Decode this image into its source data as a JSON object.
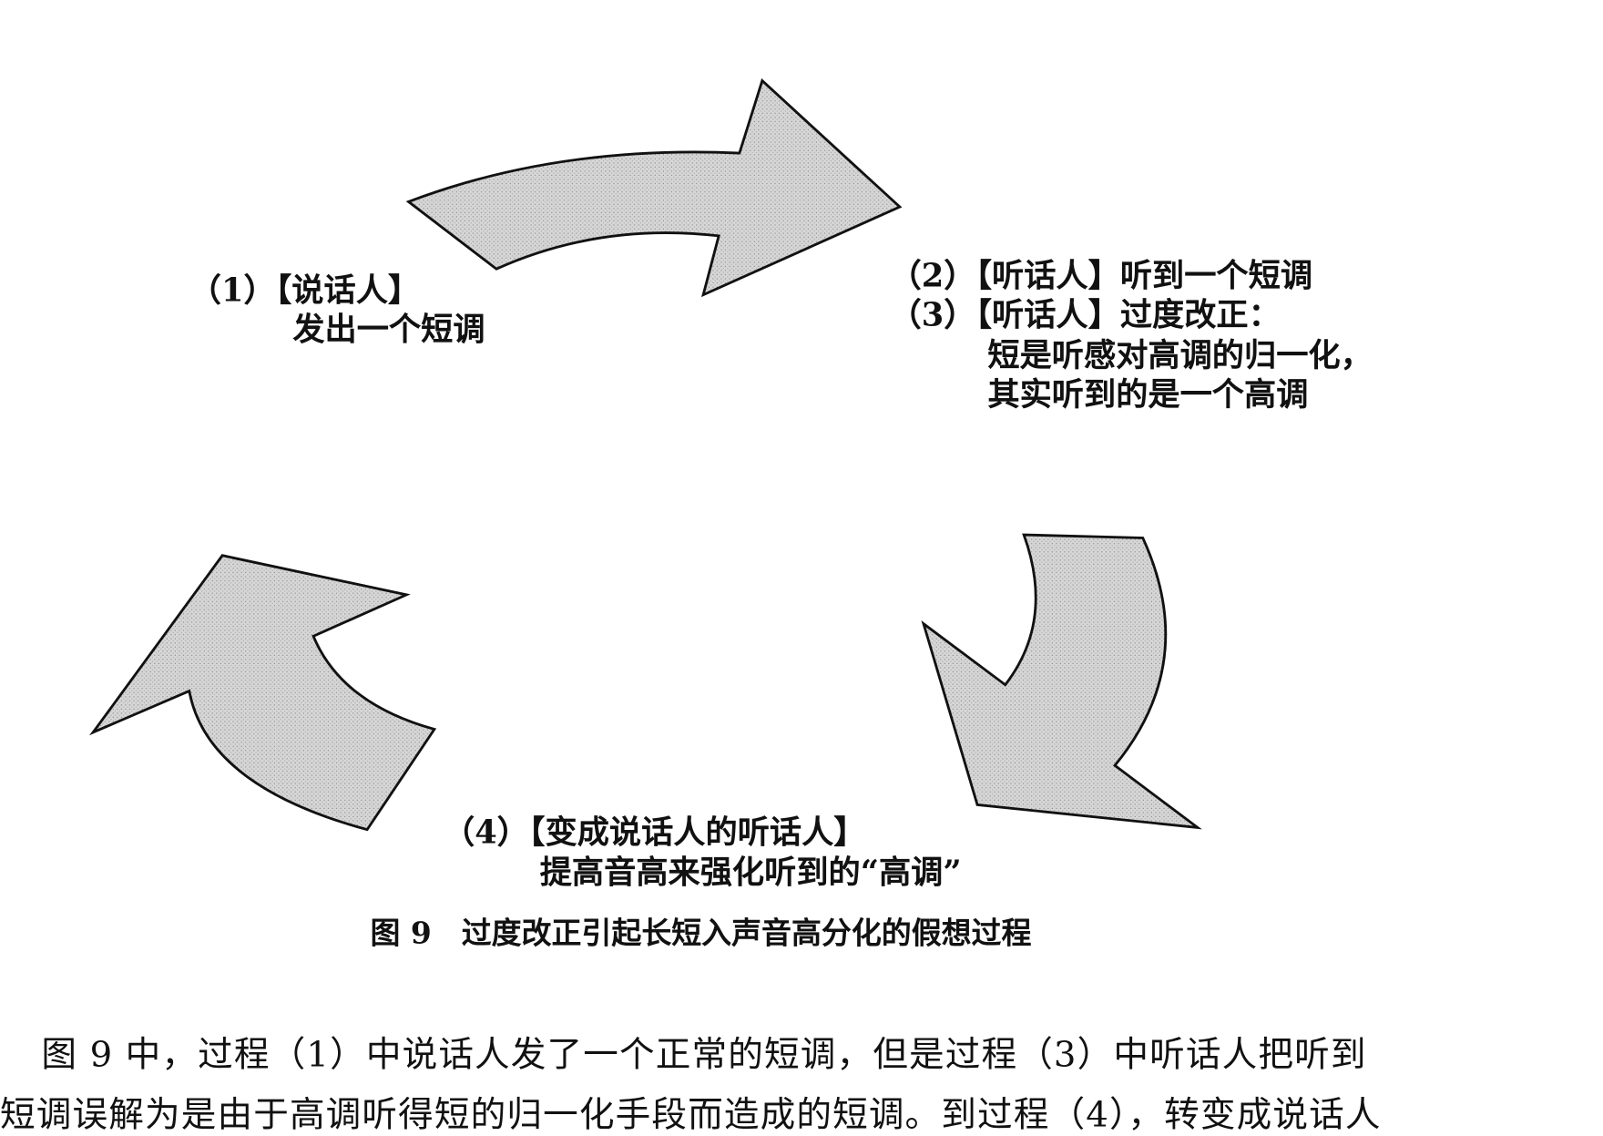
{
  "figure": {
    "step1": {
      "line1": "（1）【说话人】",
      "line2": "发出一个短调"
    },
    "step2": {
      "line1": "（2）【听话人】听到一个短调"
    },
    "step3": {
      "line1": "（3）【听话人】过度改正：",
      "line2": "短是听感对高调的归一化，",
      "line3": "其实听到的是一个高调"
    },
    "step4": {
      "line1": "（4）【变成说话人的听话人】",
      "line2": "提高音高来强化听到的“高调”"
    },
    "caption": "图 9　过度改正引起长短入声音高分化的假想过程"
  },
  "body_text": {
    "line1": "图 9 中，过程（1）中说话人发了一个正常的短调，但是过程（3）中听话人把听到",
    "line2": "短调误解为是由于高调听得短的归一化手段而造成的短调。到过程（4），转变成说话人"
  }
}
